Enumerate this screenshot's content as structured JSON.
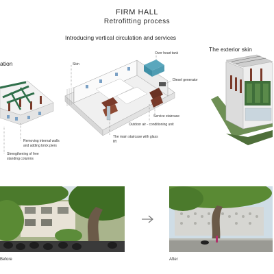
{
  "header": {
    "title": "FIRM HALL",
    "subtitle": "Retrofitting process"
  },
  "sections": {
    "left_heading_fragment": "ation",
    "center_heading": "Introducing vertical circulation and services",
    "right_heading": "The exterior skin"
  },
  "left_labels": {
    "walls": "Removing internal walls",
    "walls_line2": "and adding brick piers",
    "columns": "Strengthening of free",
    "columns_line2": "standing columns"
  },
  "center_labels": {
    "skin": "Skin",
    "tank": "Over head tank",
    "diesel": "Diesel generator",
    "service_stair": "Service staircase",
    "ac_unit": "Outdoor air - conditioning unit",
    "main_stair": "The main staircase with glass",
    "main_stair_line2": "lift"
  },
  "photos": {
    "before_caption": "Before",
    "after_caption": "After",
    "arrow_icon": "right-arrow-icon"
  },
  "colors": {
    "accent_green": "#2f6f4a",
    "brick": "#7a3a2a",
    "tank_blue": "#3f8fa6",
    "tree_green": "#4b7a2c",
    "sky": "#cfdde6"
  }
}
